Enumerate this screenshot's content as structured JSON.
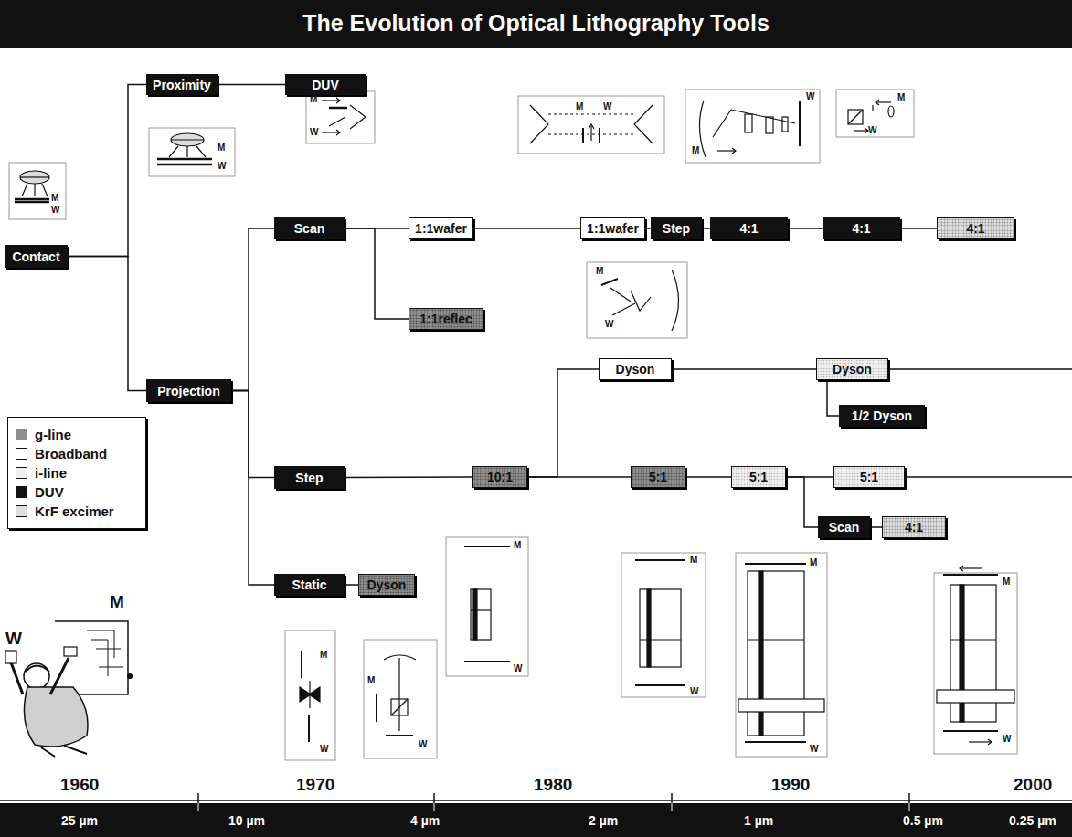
{
  "diagram": {
    "title": "The Evolution of Optical Lithography Tools",
    "nodes": [
      {
        "text": [
          "Contact"
        ]
      },
      {
        "text": [
          "Proximity"
        ]
      },
      {
        "text": [
          "DUV"
        ]
      },
      {
        "text": [
          "Scan"
        ]
      },
      {
        "text": [
          "1:1wafer"
        ]
      },
      {
        "text": [
          "1:1wafer"
        ]
      },
      {
        "text": [
          "Step"
        ]
      },
      {
        "text": [
          "4:1"
        ]
      },
      {
        "text": [
          "4:1"
        ]
      },
      {
        "text": [
          "4:1"
        ]
      },
      {
        "text": [
          "1:1reflec"
        ]
      },
      {
        "text": [
          "Projection"
        ]
      },
      {
        "text": [
          "Dyson"
        ]
      },
      {
        "text": [
          "Dyson"
        ]
      },
      {
        "text": [
          "1/2 Dyson"
        ]
      },
      {
        "text": [
          "Step"
        ]
      },
      {
        "text": [
          "10:1"
        ]
      },
      {
        "text": [
          "5:1"
        ]
      },
      {
        "text": [
          "5:1"
        ]
      },
      {
        "text": [
          "5:1"
        ]
      },
      {
        "text": [
          "Scan"
        ]
      },
      {
        "text": [
          "4:1"
        ]
      },
      {
        "text": [
          "Static"
        ]
      },
      {
        "text": [
          "Dyson"
        ]
      }
    ],
    "edges": [
      {
        "from": 0,
        "to": 1,
        "arrow": "none"
      },
      {
        "from": 0,
        "to": 11,
        "arrow": "none"
      },
      {
        "from": 1,
        "to": 2,
        "arrow": "none"
      },
      {
        "from": 11,
        "to": 3,
        "arrow": "none"
      },
      {
        "from": 11,
        "to": 15,
        "arrow": "none"
      },
      {
        "from": 11,
        "to": 22,
        "arrow": "none"
      },
      {
        "from": 3,
        "to": 4,
        "arrow": "none"
      },
      {
        "from": 3,
        "to": 10,
        "arrow": "none"
      },
      {
        "from": 4,
        "to": 5,
        "arrow": "none"
      },
      {
        "from": 5,
        "to": 6,
        "arrow": "none"
      },
      {
        "from": 6,
        "to": 7,
        "arrow": "none"
      },
      {
        "from": 7,
        "to": 8,
        "arrow": "none"
      },
      {
        "from": 8,
        "to": 9,
        "arrow": "none"
      },
      {
        "from": 16,
        "to": 12,
        "arrow": "none"
      },
      {
        "from": 12,
        "to": 13,
        "arrow": "none"
      },
      {
        "from": 13,
        "to": 14,
        "arrow": "none"
      },
      {
        "from": 15,
        "to": 16,
        "arrow": "none"
      },
      {
        "from": 16,
        "to": 17,
        "arrow": "none"
      },
      {
        "from": 17,
        "to": 18,
        "arrow": "none"
      },
      {
        "from": 18,
        "to": 19,
        "arrow": "none"
      },
      {
        "from": 18,
        "to": 20,
        "arrow": "none"
      },
      {
        "from": 20,
        "to": 21,
        "arrow": "none"
      },
      {
        "from": 22,
        "to": 23,
        "arrow": "none"
      }
    ],
    "labels": [
      "M",
      "W",
      "M",
      "W",
      "M",
      "W",
      "M",
      "W",
      "W",
      "M",
      "M",
      "W",
      "M",
      "W",
      "M",
      "W",
      "M",
      "W",
      "M",
      "W",
      "M",
      "W",
      "M",
      "W",
      "M",
      "W",
      "M",
      "W",
      "1960",
      "1970",
      "1980",
      "1990",
      "2000",
      "25 µm",
      "10 µm",
      "4 µm",
      "2 µm",
      "1 µm",
      "0.5 µm",
      "0.25 µm"
    ],
    "legend": [
      {
        "text": "g-line",
        "color": "#8e8e8e"
      },
      {
        "text": "Broadband",
        "color": "#ffffff"
      },
      {
        "text": "i-line",
        "color": "#f0f0f0"
      },
      {
        "text": "DUV",
        "color": "#111111"
      },
      {
        "text": "KrF excimer",
        "color": "#dedede"
      }
    ]
  }
}
